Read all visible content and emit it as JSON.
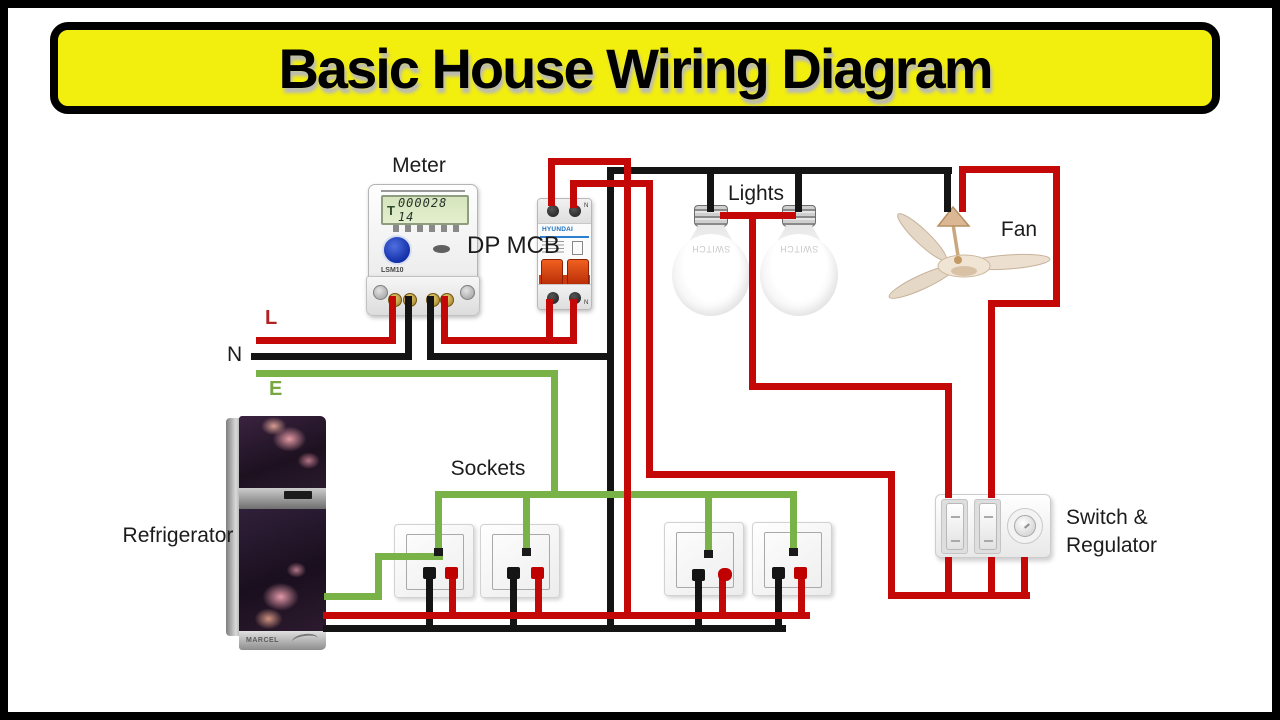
{
  "title": {
    "text": "Basic House Wiring Diagram"
  },
  "labels": {
    "meter": "Meter",
    "dp_mcb": "DP MCB",
    "lights": "Lights",
    "fan": "Fan",
    "sockets": "Sockets",
    "refrigerator": "Refrigerator",
    "switch_regulator_line1": "Switch &",
    "switch_regulator_line2": "Regulator",
    "line_live": "L",
    "line_neutral": "N",
    "line_earth": "E"
  },
  "devices": {
    "meter": {
      "display_prefix": "T",
      "display_value": "000028 14",
      "model": "LSM10"
    },
    "mcb": {
      "brand": "HYUNDAI",
      "terminal_label": "N"
    },
    "bulb": {
      "brand": "SWITCH"
    },
    "fridge": {
      "brand": "MARCEL"
    }
  },
  "colors": {
    "live_wire": "#c40808",
    "neutral_wire": "#141414",
    "earth_wire": "#79b246",
    "banner_bg": "#f2ee0d",
    "banner_border": "#000000",
    "label_live": "#b22222",
    "label_earth": "#79a843"
  }
}
